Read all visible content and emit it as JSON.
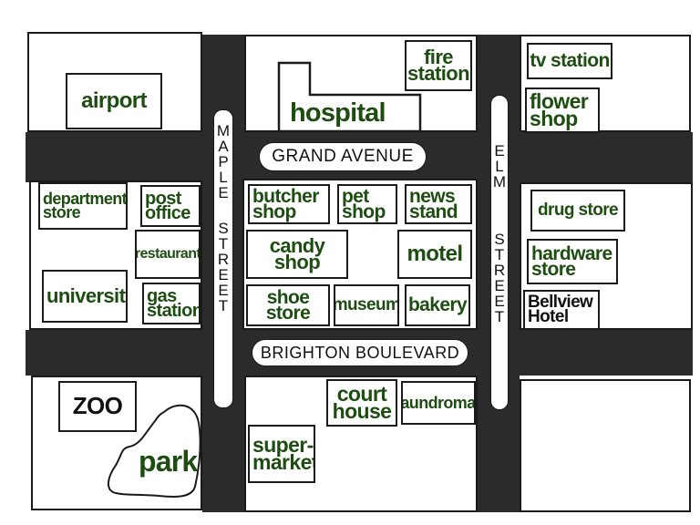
{
  "map": {
    "streets": {
      "maple_street": [
        "M",
        "A",
        "P",
        "L",
        "E",
        "S",
        "T",
        "R",
        "E",
        "E",
        "T"
      ],
      "elm_street": [
        "E",
        "L",
        "M",
        "S",
        "T",
        "R",
        "E",
        "E",
        "T"
      ],
      "grand_avenue": "GRAND AVENUE",
      "brighton_boulevard": "BRIGHTON BOULEVARD"
    },
    "places": {
      "airport": [
        "airport"
      ],
      "hospital": [
        "hospital"
      ],
      "fire_station": [
        "fire",
        "station"
      ],
      "tv_station": [
        "tv station"
      ],
      "flower_shop": [
        "flower",
        "shop"
      ],
      "department_store": [
        "department",
        "store"
      ],
      "post_office": [
        "post",
        "office"
      ],
      "restaurant": [
        "restaurant"
      ],
      "university": [
        "university"
      ],
      "gas_station": [
        "gas",
        "station"
      ],
      "butcher_shop": [
        "butcher",
        "shop"
      ],
      "pet_shop": [
        "pet",
        "shop"
      ],
      "news_stand": [
        "news",
        "stand"
      ],
      "candy_shop": [
        "candy",
        "shop"
      ],
      "motel": [
        "motel"
      ],
      "shoe_store": [
        "shoe",
        "store"
      ],
      "museum": [
        "museum"
      ],
      "bakery": [
        "bakery"
      ],
      "drug_store": [
        "drug store"
      ],
      "hardware_store": [
        "hardware",
        "store"
      ],
      "bellview_hotel": [
        "Bellview",
        "Hotel"
      ],
      "zoo": [
        "ZOO"
      ],
      "park": [
        "park"
      ],
      "court_house": [
        "court",
        "house"
      ],
      "laundromat": [
        "laundromat"
      ],
      "supermarket": [
        "super-",
        "market"
      ]
    },
    "colors": {
      "label_green": "#1e4d12",
      "road_dark": "#2b2b2b",
      "outline": "#1a1a1a"
    }
  }
}
